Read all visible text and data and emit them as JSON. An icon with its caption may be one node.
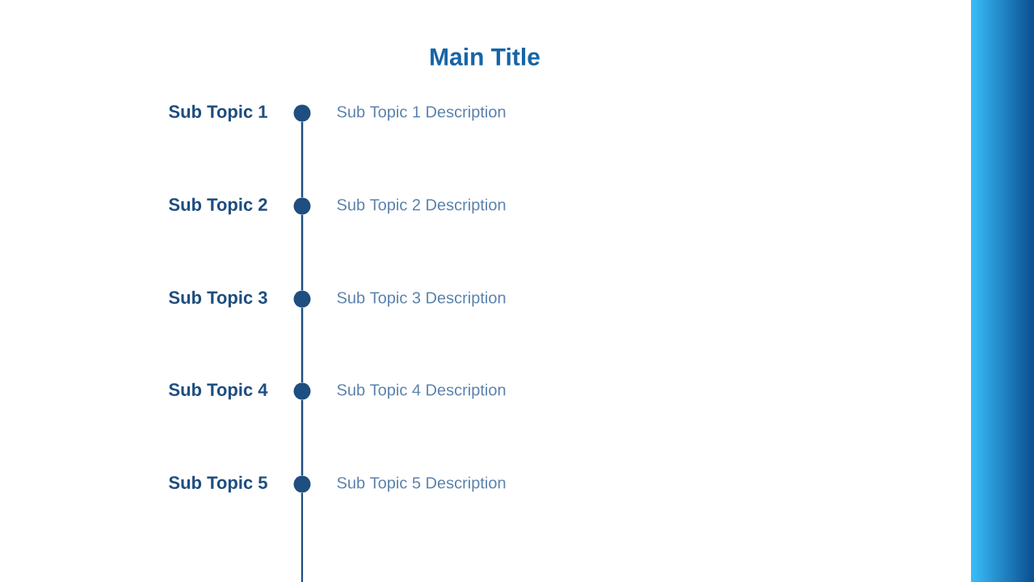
{
  "diagram": {
    "title": "Main Title",
    "nodes": [
      {
        "text": [],
        "shape": "circle",
        "beside": [
          "Sub Topic 1",
          "Sub Topic 1 Description"
        ]
      },
      {
        "text": [],
        "shape": "circle",
        "beside": [
          "Sub Topic 2",
          "Sub Topic 2 Description"
        ]
      },
      {
        "text": [],
        "shape": "circle",
        "beside": [
          "Sub Topic 3",
          "Sub Topic 3 Description"
        ]
      },
      {
        "text": [],
        "shape": "circle",
        "beside": [
          "Sub Topic 4",
          "Sub Topic 4 Description"
        ]
      },
      {
        "text": [],
        "shape": "circle",
        "beside": [
          "Sub Topic 5",
          "Sub Topic 5 Description"
        ]
      }
    ],
    "edges": [
      {
        "from": 0,
        "to": 1,
        "arrow": "none"
      },
      {
        "from": 1,
        "to": 2,
        "arrow": "none"
      },
      {
        "from": 2,
        "to": 3,
        "arrow": "none"
      },
      {
        "from": 3,
        "to": 4,
        "arrow": "none"
      },
      {
        "from": 4,
        "to": null,
        "arrow": "none"
      }
    ]
  }
}
